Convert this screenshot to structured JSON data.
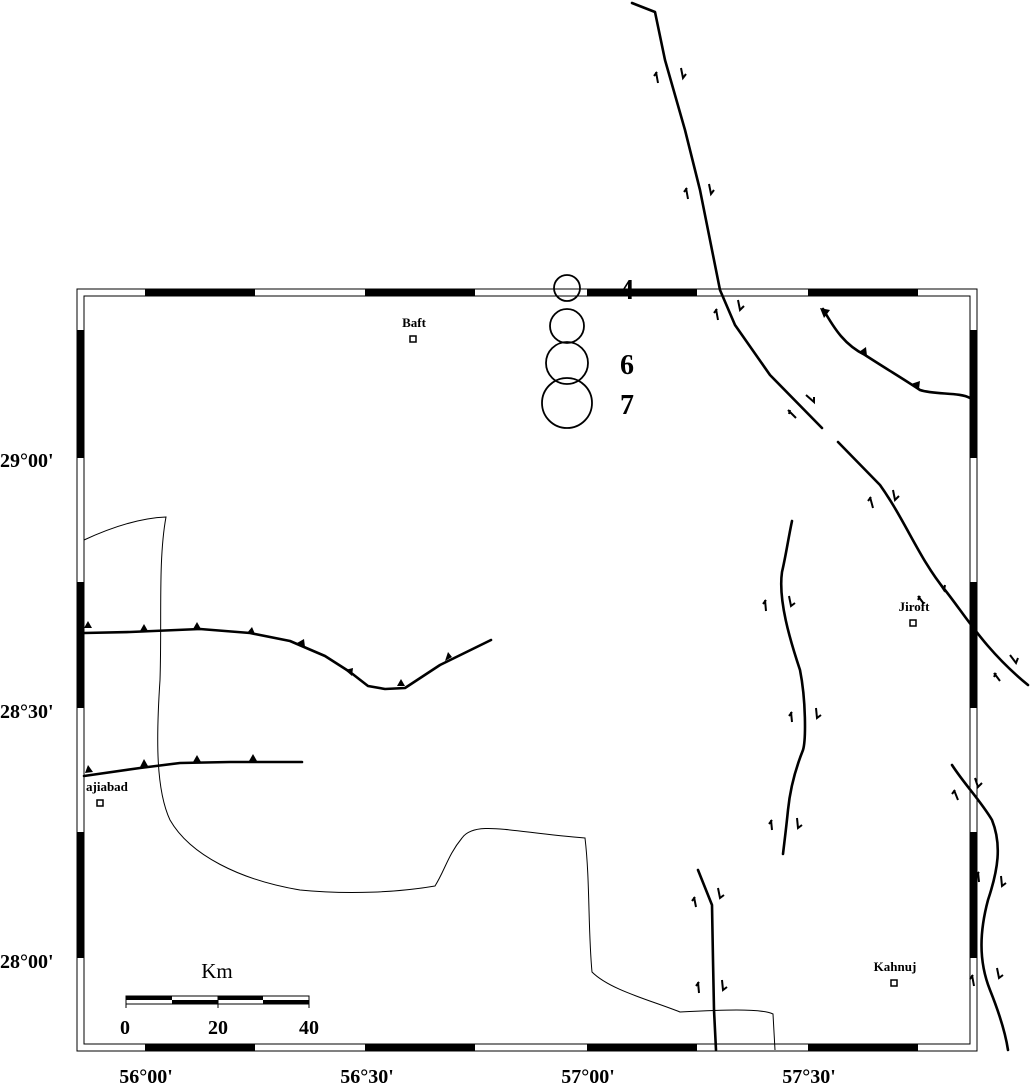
{
  "map": {
    "longitude_labels": [
      "56°00'",
      "56°30'",
      "57°00'",
      "57°30'"
    ],
    "latitude_labels": [
      "29°00'",
      "28°30'",
      "28°00'"
    ],
    "cities": [
      {
        "name": "Baft",
        "id": "baft"
      },
      {
        "name": "Jiroft",
        "id": "jiroft"
      },
      {
        "name": "Kahnuj",
        "id": "kahnuj"
      },
      {
        "name": "ajiabad",
        "id": "hajiabad"
      }
    ],
    "magnitude_legend": [
      {
        "label": "4",
        "magnitude": 4
      },
      {
        "label": "",
        "magnitude": 5
      },
      {
        "label": "6",
        "magnitude": 6
      },
      {
        "label": "7",
        "magnitude": 7
      }
    ],
    "scale_bar": {
      "title": "Km",
      "labels": [
        "0",
        "20",
        "40"
      ]
    },
    "colors": {
      "ink": "#000000",
      "background": "#ffffff"
    }
  }
}
